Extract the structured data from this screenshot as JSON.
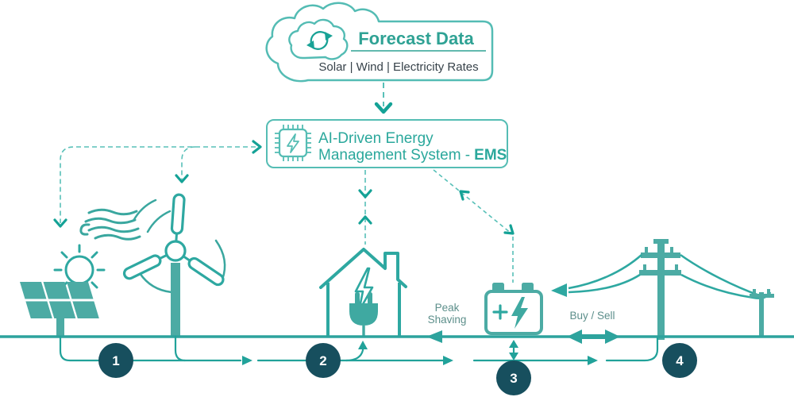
{
  "cloud": {
    "title": "Forecast Data",
    "subtitle": "Solar | Wind | Electricity Rates"
  },
  "ems": {
    "title_line1": "AI-Driven Energy",
    "title_line2": "Management System -",
    "title_bold": "EMS"
  },
  "labels": {
    "peak_line1": "Peak",
    "peak_line2": "Shaving",
    "buy_sell": "Buy / Sell"
  },
  "steps": [
    {
      "number": "1"
    },
    {
      "number": "2"
    },
    {
      "number": "3"
    },
    {
      "number": "4"
    }
  ],
  "colors": {
    "teal_main": "#2ea8a1",
    "teal_fill": "#4caba4",
    "teal_light": "#58c0b8",
    "teal_strong": "#14a296",
    "navy_circle": "#174f5e",
    "text_dark": "#37424a",
    "label_muted": "#5d8f8b"
  }
}
